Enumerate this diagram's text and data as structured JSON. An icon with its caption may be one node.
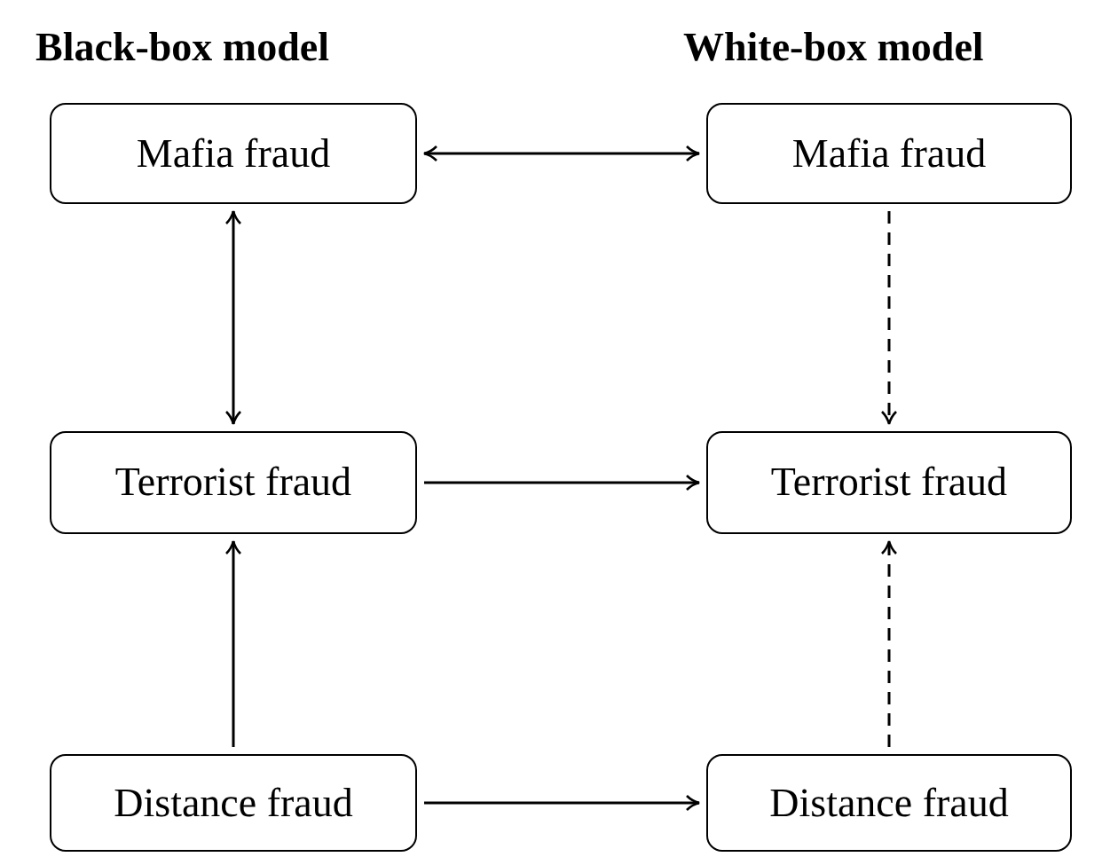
{
  "diagram": {
    "nodes": [
      {
        "text": [
          "Mafia fraud"
        ]
      },
      {
        "text": [
          "Mafia fraud"
        ]
      },
      {
        "text": [
          "Terrorist fraud"
        ]
      },
      {
        "text": [
          "Terrorist fraud"
        ]
      },
      {
        "text": [
          "Distance fraud"
        ]
      },
      {
        "text": [
          "Distance fraud"
        ]
      }
    ],
    "edges": [
      {
        "from": 0,
        "to": 1,
        "arrow": "both"
      },
      {
        "from": 0,
        "to": 2,
        "arrow": "both"
      },
      {
        "from": 1,
        "to": 3,
        "arrow": "to",
        "style": "dashed"
      },
      {
        "from": 2,
        "to": 3,
        "arrow": "to"
      },
      {
        "from": 4,
        "to": 2,
        "arrow": "to"
      },
      {
        "from": 5,
        "to": 3,
        "arrow": "to",
        "style": "dashed"
      },
      {
        "from": 4,
        "to": 5,
        "arrow": "to"
      }
    ],
    "labels": [
      "Black-box model",
      "White-box model"
    ]
  }
}
